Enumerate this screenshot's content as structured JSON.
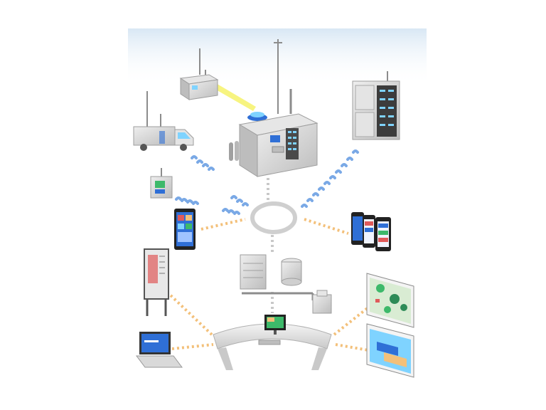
{
  "diagram": {
    "kind": "network-monitoring-system-illustration",
    "hub": "central-ring-hub",
    "link_styles": {
      "wireless": "#7aa9e6",
      "wired": "#f3c07a",
      "backbone": "#c8c8c8"
    },
    "colors": {
      "sky_gradient_top": "#d8e7f4",
      "device_gray": "#d9d9d9",
      "device_dark": "#8c8c8c",
      "screen_blue": "#2f6fd6",
      "glass_cyan": "#7fd3ff"
    },
    "nodes": [
      {
        "id": "remote-shelter",
        "icon": "shelter-icon",
        "link": "laser"
      },
      {
        "id": "mobile-van",
        "icon": "van-icon",
        "link": "wireless"
      },
      {
        "id": "main-station",
        "icon": "station-icon",
        "link": "backbone"
      },
      {
        "id": "analyzer-cabinet",
        "icon": "cabinet-icon",
        "link": "wireless"
      },
      {
        "id": "small-kiosk",
        "icon": "kiosk-icon",
        "link": "wireless"
      },
      {
        "id": "tablet",
        "icon": "tablet-icon",
        "link": "wired"
      },
      {
        "id": "smartphones",
        "icon": "phones-icon",
        "link": "wired"
      },
      {
        "id": "server-stack",
        "icon": "server-icon",
        "link": "backbone"
      },
      {
        "id": "info-board",
        "icon": "board-icon",
        "link": "wired"
      },
      {
        "id": "workstation-desk",
        "icon": "desk-icon",
        "link": "wired"
      },
      {
        "id": "laptop",
        "icon": "laptop-icon",
        "link": "wired"
      },
      {
        "id": "map-display",
        "icon": "map-icon",
        "link": "wired"
      },
      {
        "id": "dashboard-display",
        "icon": "dashboard-icon",
        "link": "wired"
      }
    ]
  }
}
